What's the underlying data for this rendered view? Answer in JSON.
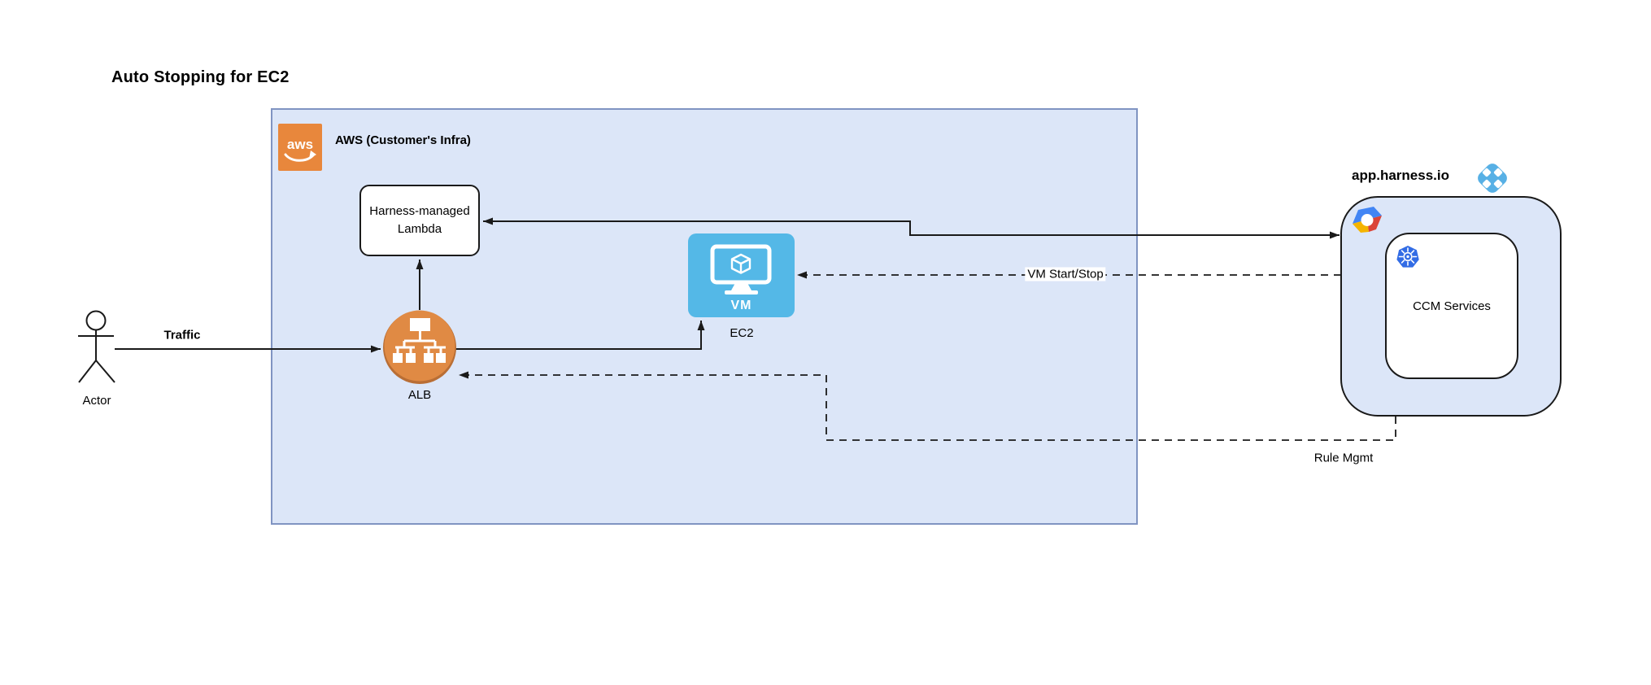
{
  "title": "Auto Stopping for EC2",
  "aws_group": {
    "label": "AWS (Customer's Infra)",
    "logo_text": "aws"
  },
  "harness_group": {
    "label": "app.harness.io",
    "ccm_label": "CCM Services"
  },
  "nodes": {
    "lambda": {
      "line1": "Harness-managed",
      "line2": "Lambda"
    },
    "alb": {
      "label": "ALB"
    },
    "ec2": {
      "label": "EC2",
      "vm_label": "VM"
    },
    "actor": {
      "label": "Actor"
    }
  },
  "edges": {
    "traffic": {
      "label": "Traffic",
      "style": "solid",
      "from": "actor",
      "to": "alb"
    },
    "alb_to_lambda": {
      "style": "solid",
      "from": "alb",
      "to": "lambda"
    },
    "alb_to_ec2": {
      "style": "solid",
      "from": "alb",
      "to": "ec2"
    },
    "lambda_harness": {
      "style": "solid-bidirectional",
      "from": "lambda",
      "to": "harness"
    },
    "vm_start_stop": {
      "label": "VM Start/Stop",
      "style": "dashed",
      "from": "harness",
      "to": "ec2"
    },
    "rule_mgmt": {
      "label": "Rule Mgmt",
      "style": "dashed",
      "from": "harness",
      "to": "alb"
    }
  },
  "icons": {
    "aws_logo": "aws-logo-icon",
    "alb": "load-balancer-icon",
    "vm": "vm-monitor-icon",
    "gcp": "google-cloud-icon",
    "kubernetes": "kubernetes-icon",
    "harness_logo": "harness-logo-icon",
    "actor": "actor-stick-figure-icon"
  },
  "colors": {
    "group_fill": "#dce6f8",
    "aws_group_border": "#8094c2",
    "outline": "#1a1a1a",
    "aws_orange": "#e8873c",
    "alb_orange": "#e08a44",
    "alb_orange_dark": "#b96e35",
    "ec2_blue": "#54b8e7",
    "harness_blue": "#57b0e5",
    "kubernetes_blue": "#326ce5",
    "gcp_blue": "#4285f4",
    "gcp_red": "#db4437",
    "gcp_yellow": "#f4b400"
  }
}
